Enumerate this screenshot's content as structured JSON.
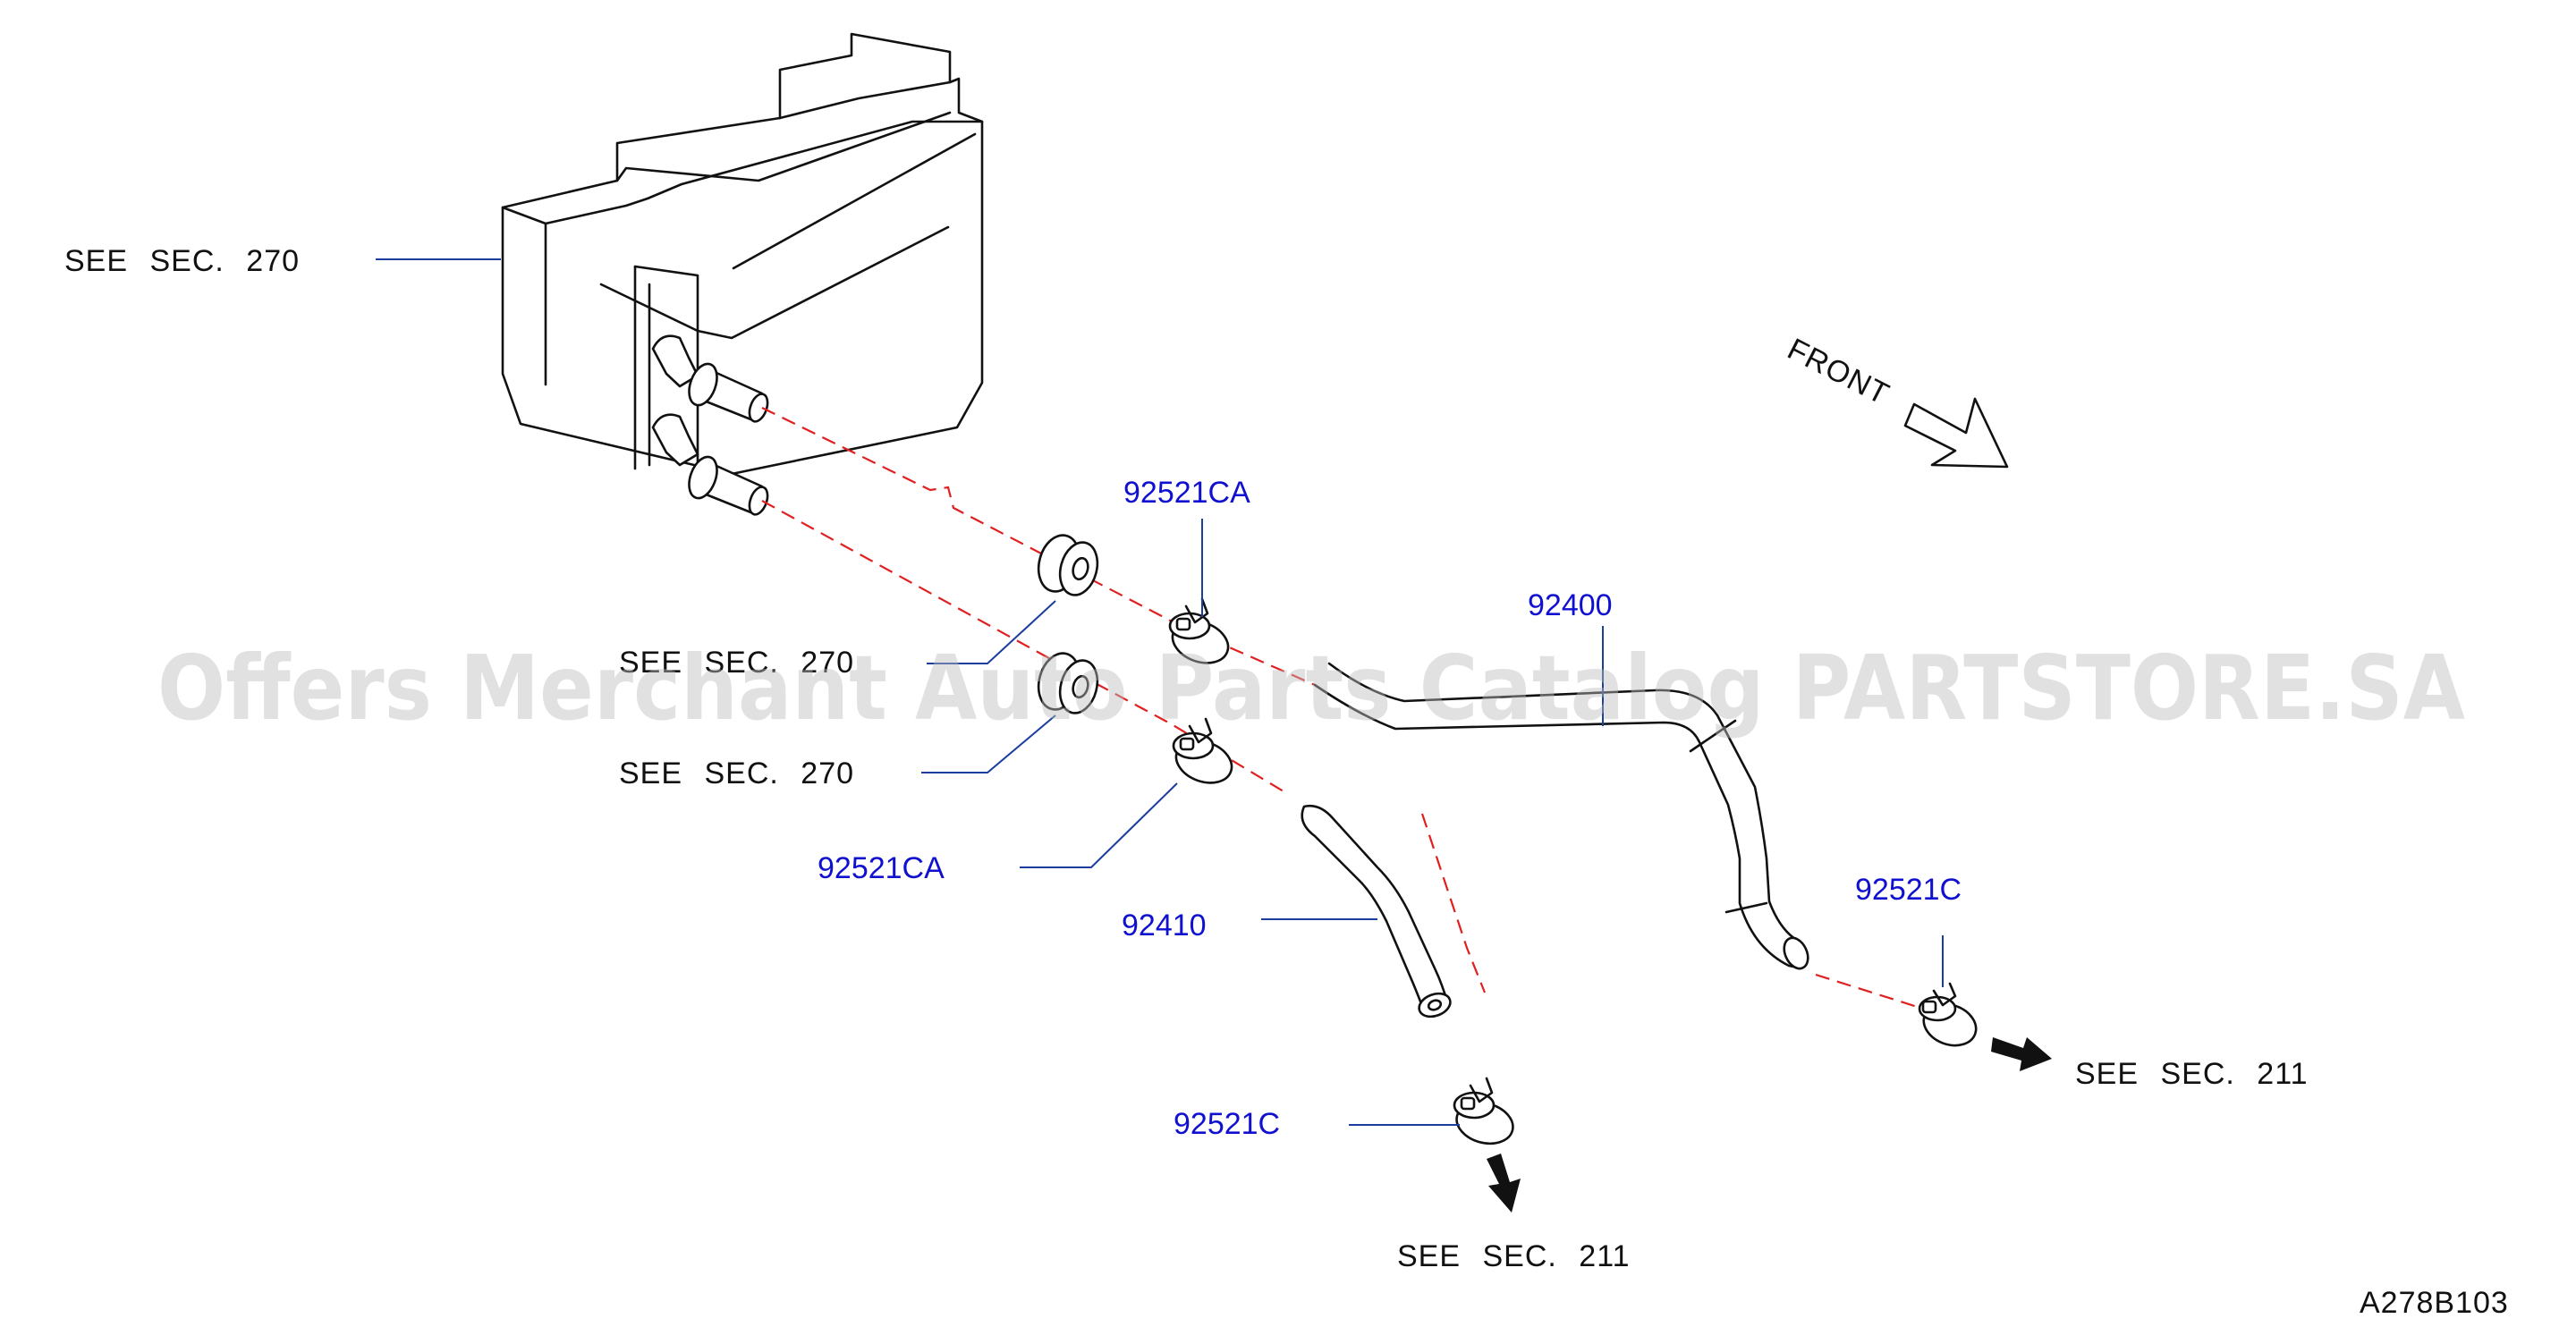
{
  "labels": {
    "see_sec_270_top": "SEE SEC. 270",
    "see_sec_270_mid": "SEE SEC. 270",
    "see_sec_270_low": "SEE SEC. 270",
    "see_sec_211_right": "SEE SEC. 211",
    "see_sec_211_bottom": "SEE SEC. 211",
    "front": "FRONT",
    "drawing_id": "A278B103"
  },
  "part_numbers": {
    "clamp_ca_top": "92521CA",
    "clamp_ca_low": "92521CA",
    "hose_92400": "92400",
    "hose_92410": "92410",
    "clamp_c_right": "92521C",
    "clamp_c_bottom": "92521C"
  },
  "watermark": "Offers Merchant Auto Parts Catalog PARTSTORE.SA"
}
